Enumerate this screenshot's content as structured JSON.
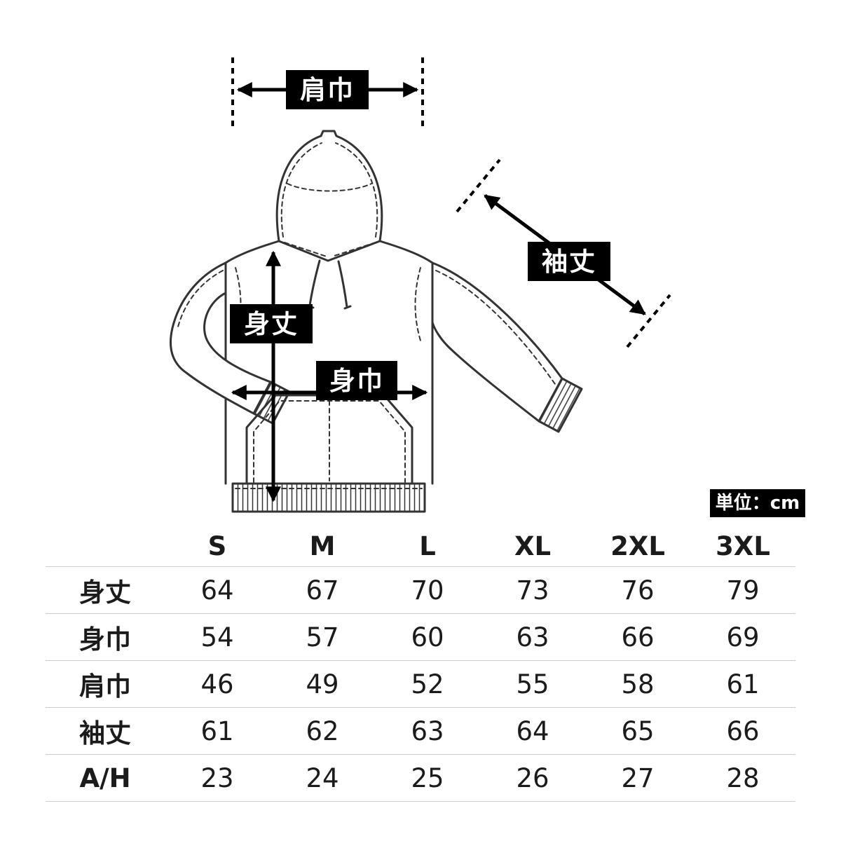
{
  "diagram": {
    "labels": {
      "shoulder_width": "肩巾",
      "body_length": "身丈",
      "body_width": "身巾",
      "sleeve_length": "袖丈"
    },
    "unit_badge": "単位：cm",
    "colors": {
      "label_bg": "#000000",
      "label_text": "#ffffff",
      "drawing_line": "#333333",
      "arrow": "#000000",
      "table_divider": "#cccccc"
    },
    "garment": "pullover-hoodie-technical-drawing"
  },
  "table": {
    "columns": [
      "S",
      "M",
      "L",
      "XL",
      "2XL",
      "3XL"
    ],
    "rows": [
      {
        "label": "身丈",
        "values": [
          64,
          67,
          70,
          73,
          76,
          79
        ]
      },
      {
        "label": "身巾",
        "values": [
          54,
          57,
          60,
          63,
          66,
          69
        ]
      },
      {
        "label": "肩巾",
        "values": [
          46,
          49,
          52,
          55,
          58,
          61
        ]
      },
      {
        "label": "袖丈",
        "values": [
          61,
          62,
          63,
          64,
          65,
          66
        ]
      },
      {
        "label": "A/H",
        "values": [
          23,
          24,
          25,
          26,
          27,
          28
        ]
      }
    ]
  }
}
